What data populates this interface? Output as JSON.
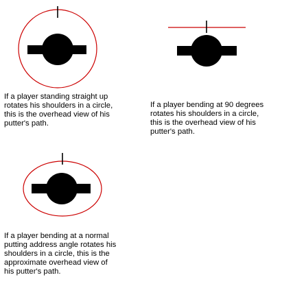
{
  "colors": {
    "path_circle": "#cc0000",
    "body": "#000000",
    "background": "#ffffff"
  },
  "diagrams": [
    {
      "id": "standing-straight-up",
      "path_shape": "circle",
      "caption": "If a player standing straight up\nrotates his shoulders in a circle,\nthis is the overhead view of his\nputter's path."
    },
    {
      "id": "bending-90-degrees",
      "path_shape": "line",
      "caption": "If a player bending at 90 degrees\nrotates his shoulders in a circle,\nthis is the overhead view of his\nputter's path."
    },
    {
      "id": "normal-address-angle",
      "path_shape": "ellipse",
      "caption": "If a player bending at a normal\nputting address angle rotates his\nshoulders in a circle, this is the\napproximate overhead view of\nhis putter's path."
    }
  ]
}
